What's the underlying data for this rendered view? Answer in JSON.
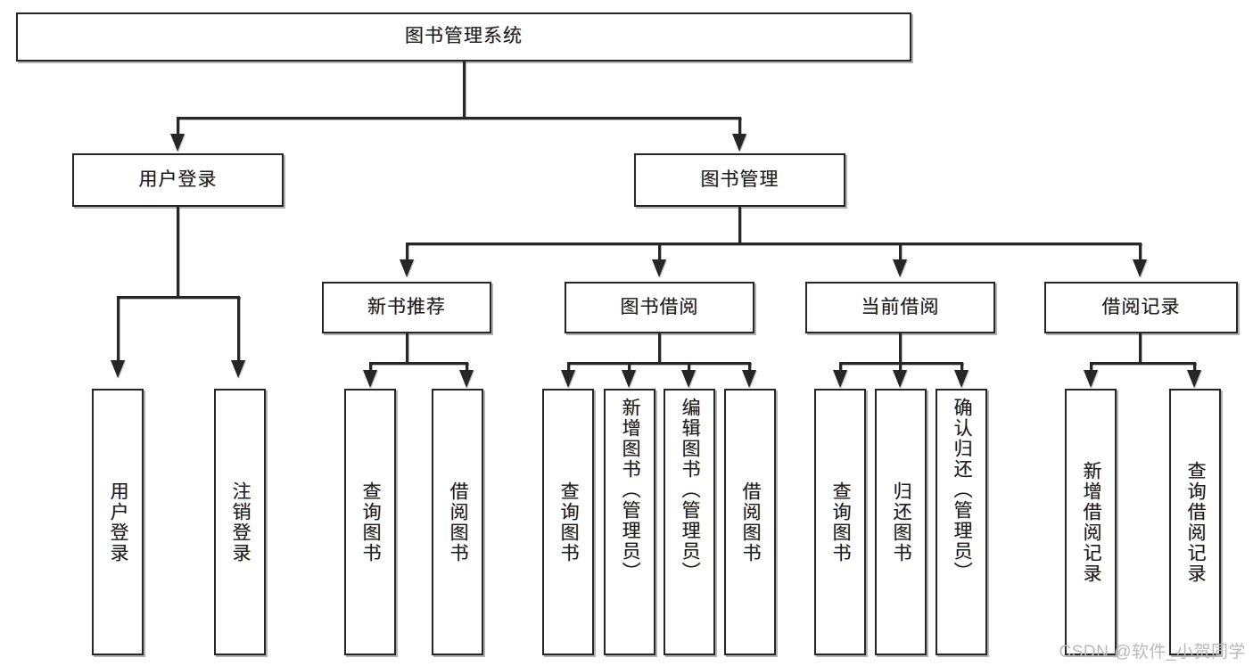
{
  "diagram": {
    "title_node": {
      "label": "图书管理系统"
    },
    "level2": [
      {
        "id": "user-login",
        "label": "用户登录"
      },
      {
        "id": "book-manage",
        "label": "图书管理"
      }
    ],
    "level3": [
      {
        "id": "new-book-recommend",
        "label": "新书推荐"
      },
      {
        "id": "book-borrow",
        "label": "图书借阅"
      },
      {
        "id": "current-borrow",
        "label": "当前借阅"
      },
      {
        "id": "borrow-record",
        "label": "借阅记录"
      }
    ],
    "leaves": {
      "user_login": [
        {
          "id": "leaf-user-login",
          "label": "用户登录"
        },
        {
          "id": "leaf-logout-login",
          "label": "注销登录"
        }
      ],
      "new_book_recommend": [
        {
          "id": "leaf-query-book-1",
          "label": "查询图书"
        },
        {
          "id": "leaf-borrow-book-1",
          "label": "借阅图书"
        }
      ],
      "book_borrow": [
        {
          "id": "leaf-query-book-2",
          "label": "查询图书"
        },
        {
          "id": "leaf-add-book",
          "label": "新增图书（管理员）"
        },
        {
          "id": "leaf-edit-book",
          "label": "编辑图书（管理员）"
        },
        {
          "id": "leaf-borrow-book-2",
          "label": "借阅图书"
        }
      ],
      "current_borrow": [
        {
          "id": "leaf-query-book-3",
          "label": "查询图书"
        },
        {
          "id": "leaf-return-book",
          "label": "归还图书"
        },
        {
          "id": "leaf-confirm-return",
          "label": "确认归还（管理员）"
        }
      ],
      "borrow_record": [
        {
          "id": "leaf-add-record",
          "label": "新增借阅记录"
        },
        {
          "id": "leaf-query-record",
          "label": "查询借阅记录"
        }
      ]
    },
    "watermark": "CSDN @软件_小贺同学",
    "colors": {
      "stroke": "#262626",
      "background": "#ffffff",
      "text": "#1d1d1d",
      "watermark": "#b9b9b9"
    }
  }
}
